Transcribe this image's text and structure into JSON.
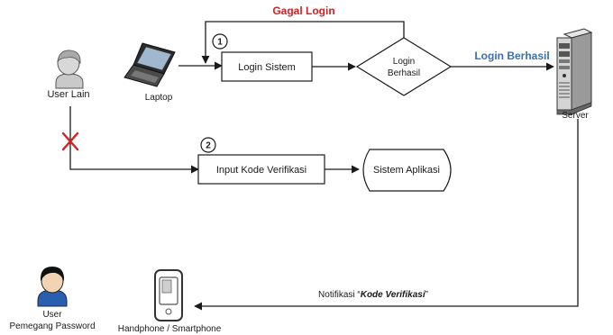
{
  "actors": {
    "user_lain": "User Lain",
    "laptop": "Laptop",
    "server": "Server",
    "user_holder_line1": "User",
    "user_holder_line2": "Pemegang Password",
    "handphone": "Handphone / Smartphone"
  },
  "steps": {
    "step1_number": "1",
    "step2_number": "2",
    "login_sistem": "Login Sistem",
    "decision_line1": "Login",
    "decision_line2": "Berhasil",
    "input_kode": "Input Kode Verifikasi",
    "sistem_aplikasi": "Sistem Aplikasi"
  },
  "edges": {
    "gagal_login": "Gagal Login",
    "login_berhasil": "Login Berhasil",
    "notif_prefix": "Notifikasi “",
    "notif_emphasis": "Kode Verifikasi",
    "notif_suffix": "”"
  },
  "colors": {
    "failure": "#d42020",
    "success": "#3a6fb0",
    "blocked_mark": "#d42020"
  }
}
